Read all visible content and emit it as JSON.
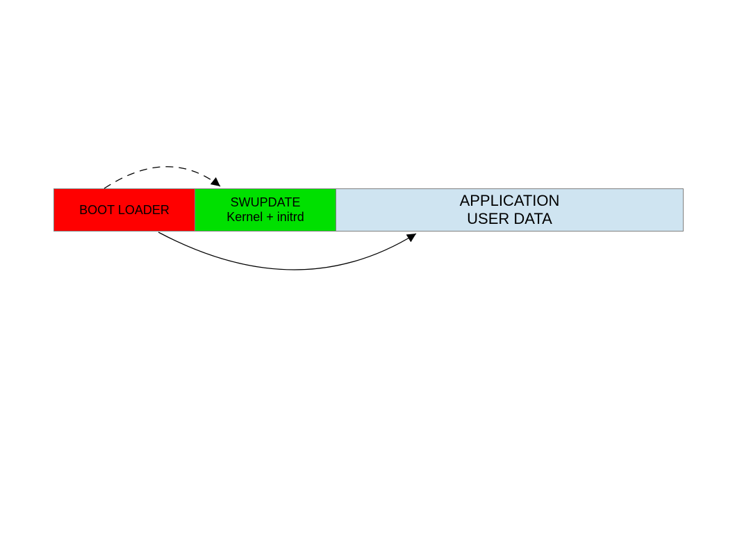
{
  "diagram": {
    "background_color": "#ffffff",
    "border_color": "#808080",
    "text_color": "#000000",
    "partitions": [
      {
        "name": "boot-loader",
        "color": "#ff0000",
        "lines": [
          "BOOT LOADER"
        ]
      },
      {
        "name": "swupdate",
        "color": "#00e000",
        "lines": [
          "SWUPDATE",
          "Kernel + initrd"
        ]
      },
      {
        "name": "application-user-data",
        "color": "#cfe4f1",
        "lines": [
          "APPLICATION",
          "USER DATA"
        ]
      }
    ],
    "arrows": [
      {
        "name": "bootloader-to-swupdate-arrow",
        "style": "dashed",
        "color": "#000000",
        "from": "boot-loader-top",
        "to": "swupdate-top"
      },
      {
        "name": "bootloader-to-application-arrow",
        "style": "solid",
        "color": "#000000",
        "from": "boot-loader-bottom",
        "to": "application-user-data-bottom"
      }
    ]
  }
}
